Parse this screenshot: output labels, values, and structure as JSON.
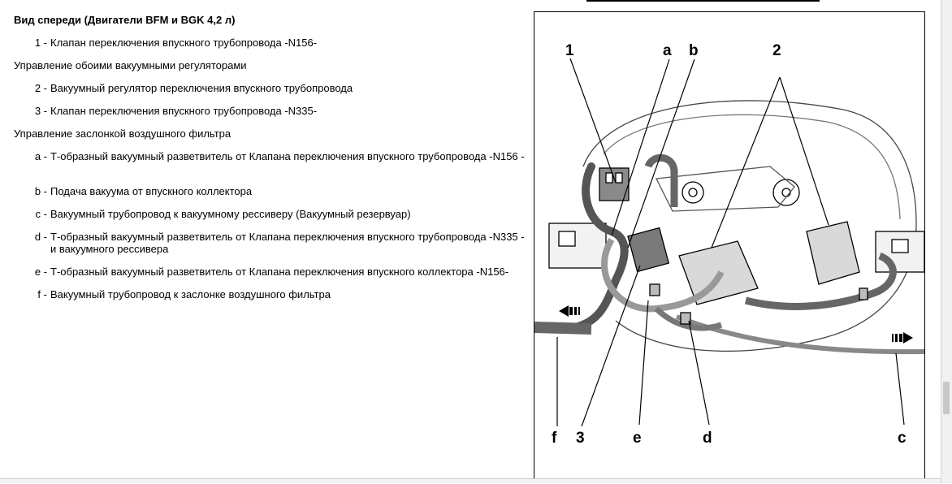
{
  "document": {
    "title": "Вид спереди (Двигатели BFM и BGK 4,2 л)",
    "sections": [
      {
        "heading": "",
        "items": [
          {
            "key": "1",
            "text": "Клапан переключения впускного трубопровода -N156-"
          }
        ]
      },
      {
        "heading": "Управление обоими вакуумными регуляторами",
        "items": [
          {
            "key": "2",
            "text": "Вакуумный регулятор переключения впускного трубопровода"
          },
          {
            "key": "3",
            "text": "Клапан переключения впускного трубопровода -N335-"
          }
        ]
      },
      {
        "heading": "Управление заслонкой воздушного фильтра",
        "items": [
          {
            "key": "a",
            "text": "Т-образный вакуумный разветвитель от Клапана переключения впускного трубопровода -N156 -"
          },
          {
            "key": "b",
            "text": "Подача вакуума от впускного коллектора"
          },
          {
            "key": "c",
            "text": "Вакуумный трубопровод к вакуумному рессиверу (Вакуумный резервуар)"
          },
          {
            "key": "d",
            "text": "Т-образный вакуумный разветвитель от Клапана переключения впускного трубопровода -N335 - и вакуумного рессивера"
          },
          {
            "key": "e",
            "text": "Т-образный вакуумный разветвитель от Клапана переключения впускного коллектора -N156-"
          },
          {
            "key": "f",
            "text": "Вакуумный трубопровод к заслонке воздушного фильтра"
          }
        ]
      }
    ]
  },
  "figure": {
    "callouts": {
      "top": [
        "1",
        "a",
        "b",
        "2"
      ],
      "bottom": [
        "f",
        "3",
        "e",
        "d",
        "c"
      ]
    },
    "arrows": {
      "left": "arrow-left-icon",
      "right": "arrow-right-icon"
    }
  }
}
